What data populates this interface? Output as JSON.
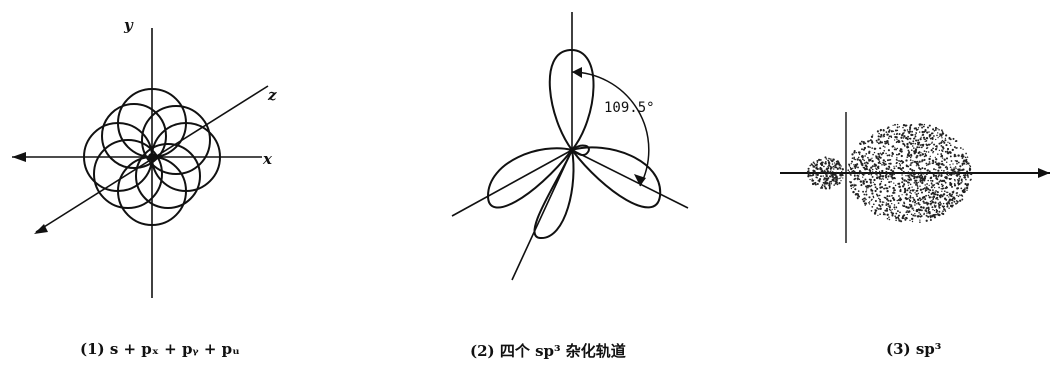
{
  "panels": [
    {
      "caption": "(1)  s + pₓ + pᵧ + pᵤ",
      "axis_labels": {
        "y": "y",
        "z": "z",
        "x": "x"
      }
    },
    {
      "caption": "(2)  四个 sp³ 杂化轨道",
      "angle_label": "109.5°"
    },
    {
      "caption": "(3)  sp³"
    }
  ]
}
